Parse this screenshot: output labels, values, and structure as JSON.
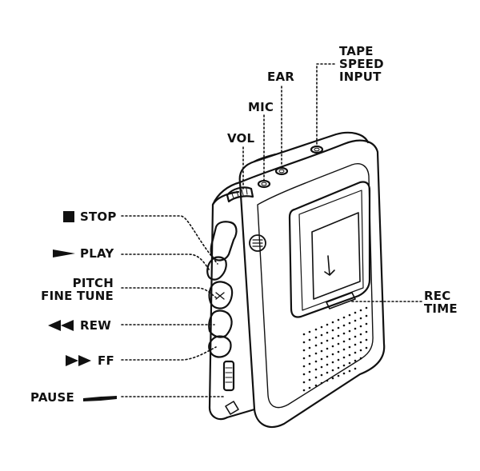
{
  "labels": {
    "tape_speed": "TAPE",
    "tape_speed_2": "SPEED",
    "tape_speed_3": "INPUT",
    "ear": "EAR",
    "mic": "MIC",
    "vol": "VOL",
    "stop": "STOP",
    "play": "PLAY",
    "pitch": "PITCH",
    "pitch_2": "FINE TUNE",
    "rew": "REW",
    "ff": "FF",
    "pause": "PAUSE",
    "rec_time": "REC",
    "rec_time_2": "TIME"
  },
  "symbols": {
    "stop": "stop-square-icon",
    "play": "play-triangle-icon",
    "rew": "rewind-double-triangle-icon",
    "ff": "fast-forward-double-triangle-icon",
    "pause": "pause-slider-icon"
  },
  "colors": {
    "line": "#111111",
    "background": "#ffffff"
  }
}
